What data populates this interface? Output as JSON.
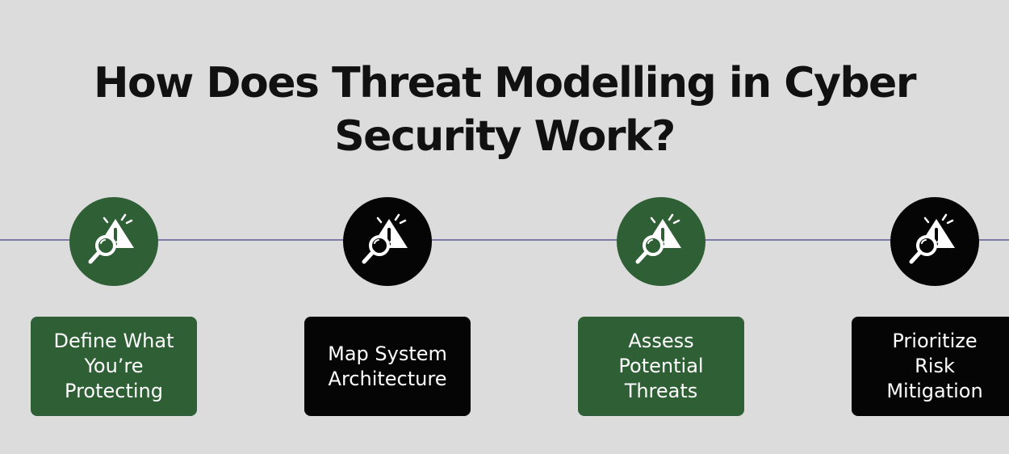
{
  "title": {
    "line1": "How Does Threat Modelling in Cyber",
    "line2": "Security Work?"
  },
  "colors": {
    "background": "#dcdcdc",
    "timeline": "#7e7aa6",
    "green": "#2e5f35",
    "black": "#050505",
    "icon": "#ffffff"
  },
  "steps": [
    {
      "lines": [
        "Define What",
        "You’re",
        "Protecting"
      ],
      "style": "green",
      "icon": "magnifier-warning-icon"
    },
    {
      "lines": [
        "Map System",
        "Architecture"
      ],
      "style": "black",
      "icon": "magnifier-warning-icon"
    },
    {
      "lines": [
        "Assess",
        "Potential",
        "Threats"
      ],
      "style": "green",
      "icon": "magnifier-warning-icon"
    },
    {
      "lines": [
        "Prioritize",
        "Risk",
        "Mitigation"
      ],
      "style": "black",
      "icon": "magnifier-warning-icon"
    }
  ]
}
